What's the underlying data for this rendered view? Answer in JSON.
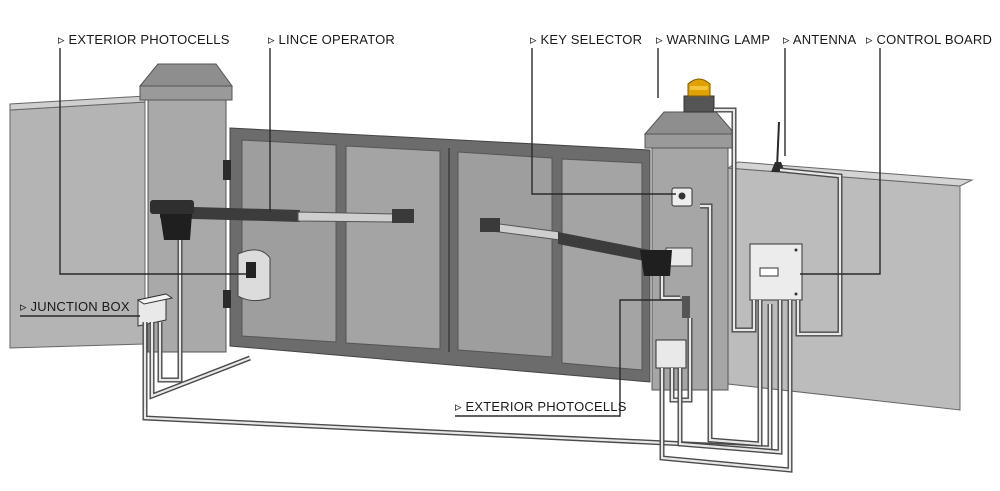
{
  "labels": {
    "exterior_photocells_top": "EXTERIOR PHOTOCELLS",
    "lince_operator": "LINCE  OPERATOR",
    "key_selector": "KEY SELECTOR",
    "warning_lamp": "WARNING LAMP",
    "antenna": "ANTENNA",
    "control_board": "CONTROL BOARD",
    "junction_box": "JUNCTION BOX",
    "exterior_photocells_bottom": "EXTERIOR PHOTOCELLS"
  },
  "marker": "▹",
  "colors": {
    "wall": "#b4b4b4",
    "wall_top": "#cfcfcf",
    "pillar": "#a9a9a9",
    "pillar_cap": "#9a9a9a",
    "gate_frame": "#6c6c6c",
    "gate_panel": "#9e9e9e",
    "box": "#e9e9e9",
    "lamp": "#e0a200"
  }
}
